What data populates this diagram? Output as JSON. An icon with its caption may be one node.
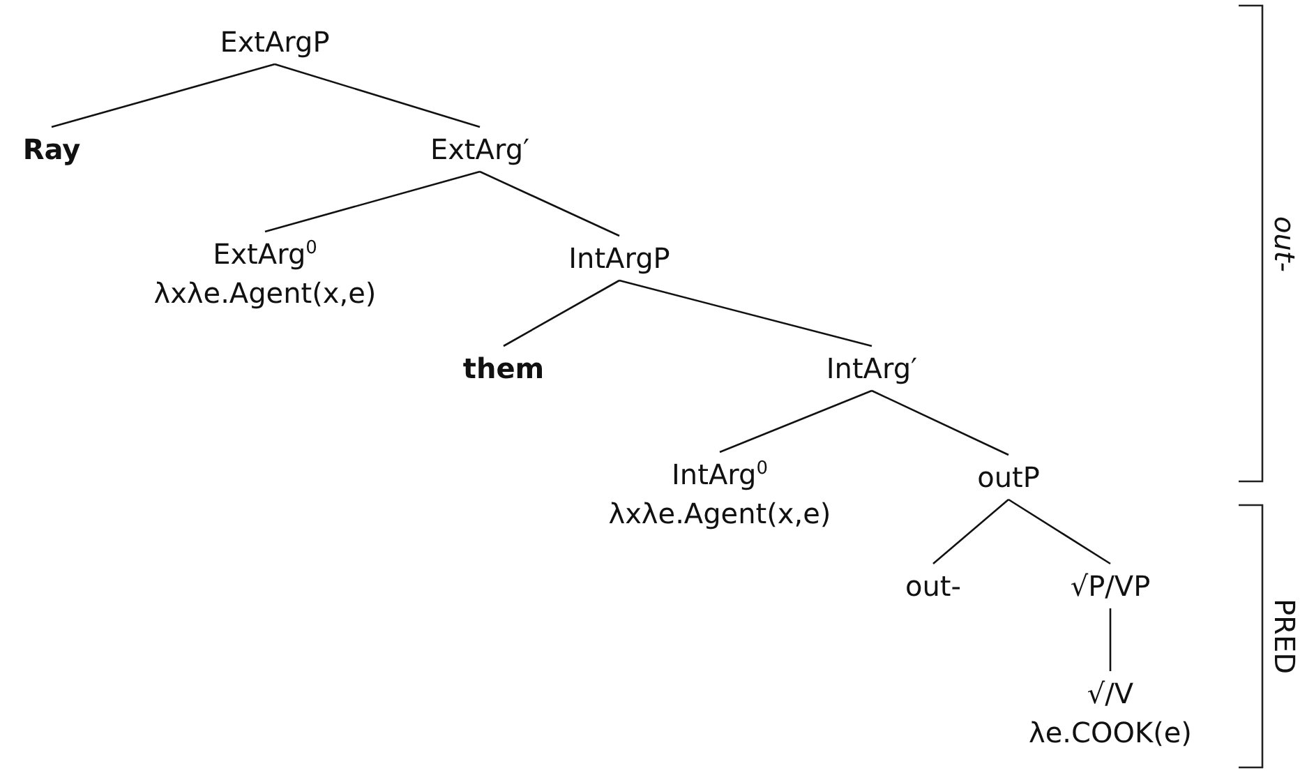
{
  "diagram": {
    "nodes": [
      {
        "text": [
          "ExtArgP"
        ]
      },
      {
        "text": [
          "Ray"
        ]
      },
      {
        "text": [
          "ExtArg′"
        ]
      },
      {
        "text": [
          "ExtArg$^{0}$",
          "λxλe.Agent(x,e)"
        ]
      },
      {
        "text": [
          "IntArgP"
        ]
      },
      {
        "text": [
          "them"
        ]
      },
      {
        "text": [
          "IntArg′"
        ]
      },
      {
        "text": [
          "IntArg$^{0}$",
          "λxλe.Agent(x,e)"
        ]
      },
      {
        "text": [
          "outP"
        ]
      },
      {
        "text": [
          "out-"
        ]
      },
      {
        "text": [
          "√P/VP"
        ]
      },
      {
        "text": [
          "√/V",
          "λe.COOK(e)"
        ]
      }
    ],
    "edges": [
      {
        "from": 0,
        "to": 1,
        "arrow": "none"
      },
      {
        "from": 0,
        "to": 2,
        "arrow": "none"
      },
      {
        "from": 2,
        "to": 3,
        "arrow": "none"
      },
      {
        "from": 2,
        "to": 4,
        "arrow": "none"
      },
      {
        "from": 4,
        "to": 5,
        "arrow": "none"
      },
      {
        "from": 4,
        "to": 6,
        "arrow": "none"
      },
      {
        "from": 6,
        "to": 7,
        "arrow": "none"
      },
      {
        "from": 6,
        "to": 8,
        "arrow": "none"
      },
      {
        "from": 8,
        "to": 9,
        "arrow": "none"
      },
      {
        "from": 8,
        "to": 10,
        "arrow": "none"
      },
      {
        "from": 10,
        "to": 11,
        "arrow": "none"
      }
    ],
    "labels": [
      "out-",
      "PRED"
    ]
  }
}
